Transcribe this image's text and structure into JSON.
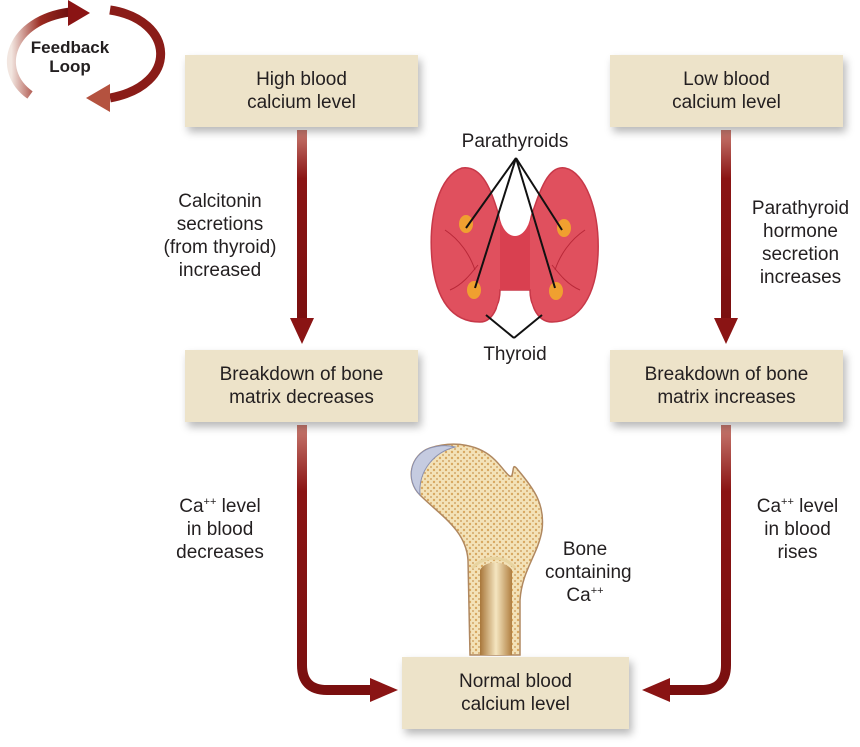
{
  "feedback_loop": {
    "line1": "Feedback",
    "line2": "Loop"
  },
  "boxes": {
    "high_calcium": {
      "line1": "High blood",
      "line2": "calcium level"
    },
    "low_calcium": {
      "line1": "Low blood",
      "line2": "calcium level"
    },
    "breakdown_decreases": {
      "line1": "Breakdown of bone",
      "line2": "matrix decreases"
    },
    "breakdown_increases": {
      "line1": "Breakdown of bone",
      "line2": "matrix increases"
    },
    "normal_calcium": {
      "line1": "Normal blood",
      "line2": "calcium level"
    }
  },
  "labels": {
    "calcitonin": [
      "Calcitonin",
      "secretions",
      "(from thyroid)",
      "increased"
    ],
    "pth": [
      "Parathyroid",
      "hormone",
      "secretion",
      "increases"
    ],
    "ca_decreases": {
      "ca": "Ca",
      "sup": "++",
      "rest": " level",
      "line2": "in blood",
      "line3": "decreases"
    },
    "ca_rises": {
      "ca": "Ca",
      "sup": "++",
      "rest": " level",
      "line2": "in blood",
      "line3": "rises"
    },
    "parathyroids": "Parathyroids",
    "thyroid": "Thyroid",
    "bone": {
      "line1": "Bone",
      "line2": "containing",
      "ca": "Ca",
      "sup": "++"
    }
  },
  "colors": {
    "arrow": "#8a1414",
    "box": "#ede3c9",
    "thyroid": "#e0505e",
    "parathyroid": "#f0a030"
  }
}
